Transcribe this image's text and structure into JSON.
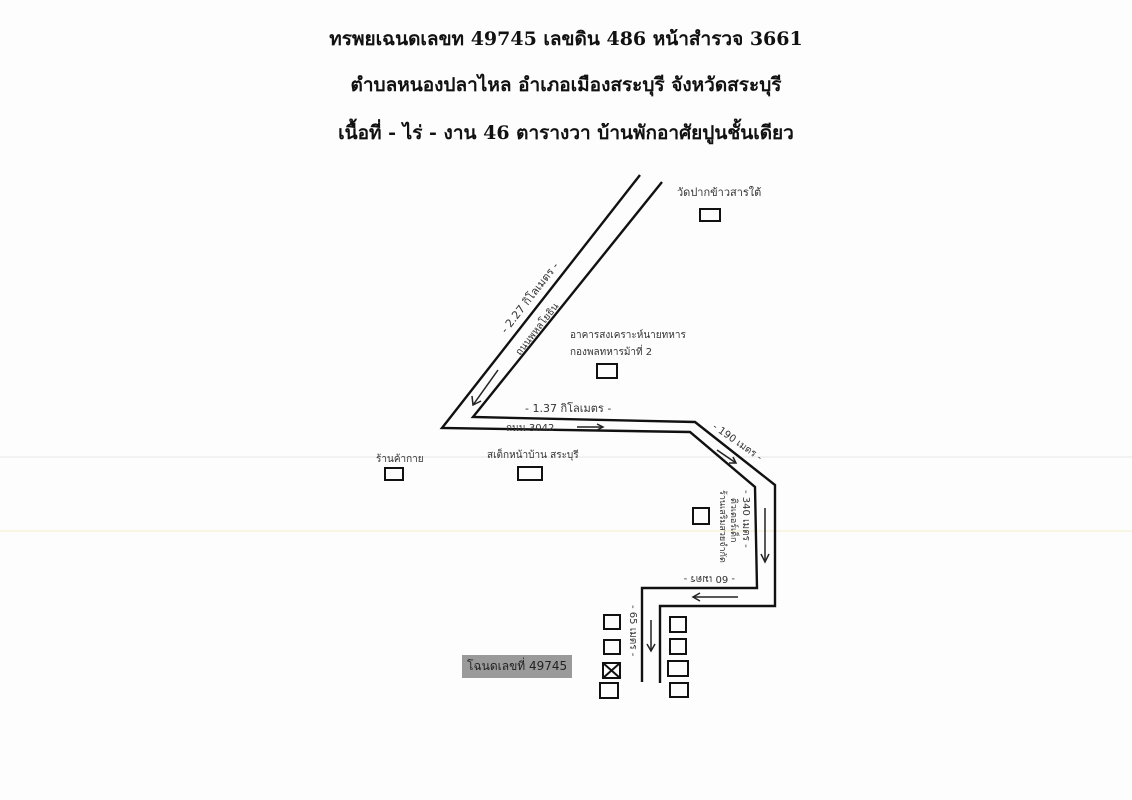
{
  "header": {
    "line1": "ทรพยเฉนดเลขท 49745 เลขดิน 486 หน้าสำรวจ  3661",
    "line2": "ตำบลหนองปลาไหล  อำเภอเมืองสระบุรี   จังหวัดสระบุรี",
    "line3": "เนื้อที่ - ไร่  - งาน 46 ตารางวา บ้านพักอาศัยปูนชั้นเดียว"
  },
  "map": {
    "temple": "วัดปากข้าวสารใต้",
    "dist_main_road": "- 2.27 กิโลเมตร -",
    "main_road_name": "ถนนพหลโยธิน",
    "military_housing": [
      "อาคารสงเคราะห์นายทหาร",
      "กองพลทหารม้าที่ 2"
    ],
    "dist_3042": "- 1.37 กิโลเมตร -",
    "road_3042": "ถนน 3042",
    "shop_left": "ร้านค้ากาย",
    "steak_shop": "สเต็กหน้าบ้าน สระบุรี",
    "dist_190": "- 190 เมตร -",
    "beauty_shop": [
      "ร้านเสริมสวยจำกัด",
      "ติวเตอร์เด็ก"
    ],
    "dist_340": "- 340 เมตร -",
    "dist_60": "- 60 เมตร -",
    "dist_65": "- 65 เมตร -",
    "deed_tag": "โฉนดเลขที่ 49745"
  }
}
